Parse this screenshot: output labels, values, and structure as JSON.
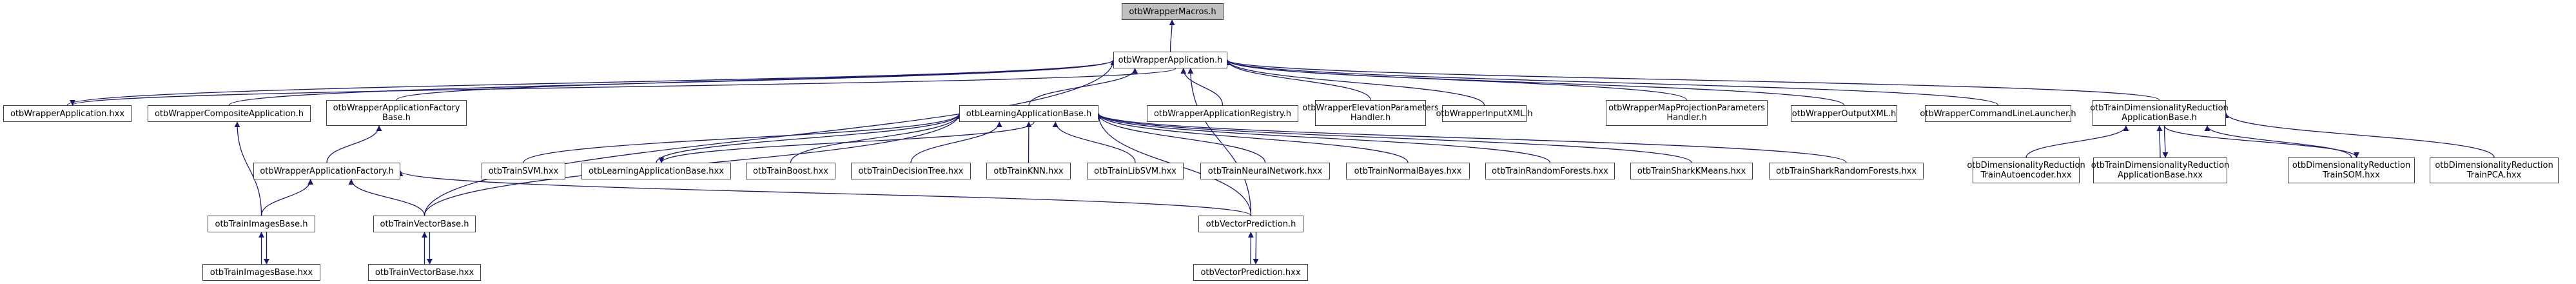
{
  "graph": {
    "title": "otbWrapperMacros.h include dependency graph",
    "edge_color": "#191970",
    "root_fill": "#bfbfbf",
    "nodes": [
      {
        "id": "macros",
        "lines": [
          "otbWrapperMacros.h"
        ],
        "root": true
      },
      {
        "id": "app_h",
        "lines": [
          "otbWrapperApplication.h"
        ]
      },
      {
        "id": "app_hxx",
        "lines": [
          "otbWrapperApplication.hxx"
        ]
      },
      {
        "id": "composite",
        "lines": [
          "otbWrapperCompositeApplication.h"
        ]
      },
      {
        "id": "factory_base",
        "lines": [
          "otbWrapperApplicationFactory",
          "Base.h"
        ]
      },
      {
        "id": "learning_base",
        "lines": [
          "otbLearningApplicationBase.h"
        ]
      },
      {
        "id": "registry",
        "lines": [
          "otbWrapperApplicationRegistry.h"
        ]
      },
      {
        "id": "elevation",
        "lines": [
          "otbWrapperElevationParameters",
          "Handler.h"
        ]
      },
      {
        "id": "input_xml",
        "lines": [
          "otbWrapperInputXML.h"
        ]
      },
      {
        "id": "mapproj",
        "lines": [
          "otbWrapperMapProjectionParameters",
          "Handler.h"
        ]
      },
      {
        "id": "output_xml",
        "lines": [
          "otbWrapperOutputXML.h"
        ]
      },
      {
        "id": "cli",
        "lines": [
          "otbWrapperCommandLineLauncher.h"
        ]
      },
      {
        "id": "dimred_base_h",
        "lines": [
          "otbTrainDimensionalityReduction",
          "ApplicationBase.h"
        ]
      },
      {
        "id": "factory",
        "lines": [
          "otbWrapperApplicationFactory.h"
        ]
      },
      {
        "id": "svm",
        "lines": [
          "otbTrainSVM.hxx"
        ]
      },
      {
        "id": "learning_hxx",
        "lines": [
          "otbLearningApplicationBase.hxx"
        ]
      },
      {
        "id": "boost",
        "lines": [
          "otbTrainBoost.hxx"
        ]
      },
      {
        "id": "dtree",
        "lines": [
          "otbTrainDecisionTree.hxx"
        ]
      },
      {
        "id": "knn",
        "lines": [
          "otbTrainKNN.hxx"
        ]
      },
      {
        "id": "libsvm",
        "lines": [
          "otbTrainLibSVM.hxx"
        ]
      },
      {
        "id": "nn",
        "lines": [
          "otbTrainNeuralNetwork.hxx"
        ]
      },
      {
        "id": "bayes",
        "lines": [
          "otbTrainNormalBayes.hxx"
        ]
      },
      {
        "id": "rf",
        "lines": [
          "otbTrainRandomForests.hxx"
        ]
      },
      {
        "id": "shark_km",
        "lines": [
          "otbTrainSharkKMeans.hxx"
        ]
      },
      {
        "id": "shark_rf",
        "lines": [
          "otbTrainSharkRandomForests.hxx"
        ]
      },
      {
        "id": "autoenc",
        "lines": [
          "otbDimensionalityReduction",
          "TrainAutoencoder.hxx"
        ]
      },
      {
        "id": "dimred_base_hxx",
        "lines": [
          "otbTrainDimensionalityReduction",
          "ApplicationBase.hxx"
        ]
      },
      {
        "id": "som",
        "lines": [
          "otbDimensionalityReduction",
          "TrainSOM.hxx"
        ]
      },
      {
        "id": "pca",
        "lines": [
          "otbDimensionalityReduction",
          "TrainPCA.hxx"
        ]
      },
      {
        "id": "images_h",
        "lines": [
          "otbTrainImagesBase.h"
        ]
      },
      {
        "id": "vector_h",
        "lines": [
          "otbTrainVectorBase.h"
        ]
      },
      {
        "id": "vecpred_h",
        "lines": [
          "otbVectorPrediction.h"
        ]
      },
      {
        "id": "images_hxx",
        "lines": [
          "otbTrainImagesBase.hxx"
        ]
      },
      {
        "id": "vector_hxx",
        "lines": [
          "otbTrainVectorBase.hxx"
        ]
      },
      {
        "id": "vecpred_hxx",
        "lines": [
          "otbVectorPrediction.hxx"
        ]
      }
    ],
    "edges": [
      {
        "from": "app_h",
        "to": "macros"
      },
      {
        "from": "app_hxx",
        "to": "app_h"
      },
      {
        "from": "app_h",
        "to": "app_hxx"
      },
      {
        "from": "composite",
        "to": "app_h"
      },
      {
        "from": "factory_base",
        "to": "app_h"
      },
      {
        "from": "learning_base",
        "to": "app_h"
      },
      {
        "from": "registry",
        "to": "app_h"
      },
      {
        "from": "elevation",
        "to": "app_h"
      },
      {
        "from": "input_xml",
        "to": "app_h"
      },
      {
        "from": "mapproj",
        "to": "app_h"
      },
      {
        "from": "output_xml",
        "to": "app_h"
      },
      {
        "from": "cli",
        "to": "app_h"
      },
      {
        "from": "dimred_base_h",
        "to": "app_h"
      },
      {
        "from": "vector_h",
        "to": "app_h"
      },
      {
        "from": "vecpred_h",
        "to": "app_h"
      },
      {
        "from": "images_h",
        "to": "composite"
      },
      {
        "from": "factory",
        "to": "factory_base"
      },
      {
        "from": "images_h",
        "to": "factory"
      },
      {
        "from": "vector_h",
        "to": "factory"
      },
      {
        "from": "vecpred_h",
        "to": "factory"
      },
      {
        "from": "svm",
        "to": "learning_base"
      },
      {
        "from": "learning_hxx",
        "to": "learning_base"
      },
      {
        "from": "learning_base",
        "to": "learning_hxx"
      },
      {
        "from": "boost",
        "to": "learning_base"
      },
      {
        "from": "dtree",
        "to": "learning_base"
      },
      {
        "from": "knn",
        "to": "learning_base"
      },
      {
        "from": "libsvm",
        "to": "learning_base"
      },
      {
        "from": "nn",
        "to": "learning_base"
      },
      {
        "from": "bayes",
        "to": "learning_base"
      },
      {
        "from": "rf",
        "to": "learning_base"
      },
      {
        "from": "shark_km",
        "to": "learning_base"
      },
      {
        "from": "shark_rf",
        "to": "learning_base"
      },
      {
        "from": "vector_h",
        "to": "learning_base"
      },
      {
        "from": "vecpred_h",
        "to": "learning_base"
      },
      {
        "from": "autoenc",
        "to": "dimred_base_h"
      },
      {
        "from": "dimred_base_hxx",
        "to": "dimred_base_h"
      },
      {
        "from": "dimred_base_h",
        "to": "dimred_base_hxx"
      },
      {
        "from": "som",
        "to": "dimred_base_h"
      },
      {
        "from": "dimred_base_h",
        "to": "som"
      },
      {
        "from": "pca",
        "to": "dimred_base_h"
      },
      {
        "from": "images_hxx",
        "to": "images_h"
      },
      {
        "from": "images_h",
        "to": "images_hxx"
      },
      {
        "from": "vector_hxx",
        "to": "vector_h"
      },
      {
        "from": "vector_h",
        "to": "vector_hxx"
      },
      {
        "from": "vecpred_hxx",
        "to": "vecpred_h"
      },
      {
        "from": "vecpred_h",
        "to": "vecpred_hxx"
      }
    ]
  }
}
